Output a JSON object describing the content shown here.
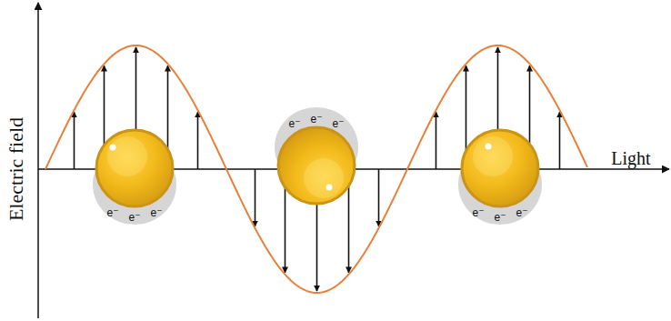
{
  "diagram": {
    "labels": [
      "Electric field",
      "Light",
      "e⁻",
      "e⁻",
      "e⁻",
      "e⁻",
      "e⁻",
      "e⁻",
      "e⁻",
      "e⁻",
      "e⁻"
    ]
  }
}
